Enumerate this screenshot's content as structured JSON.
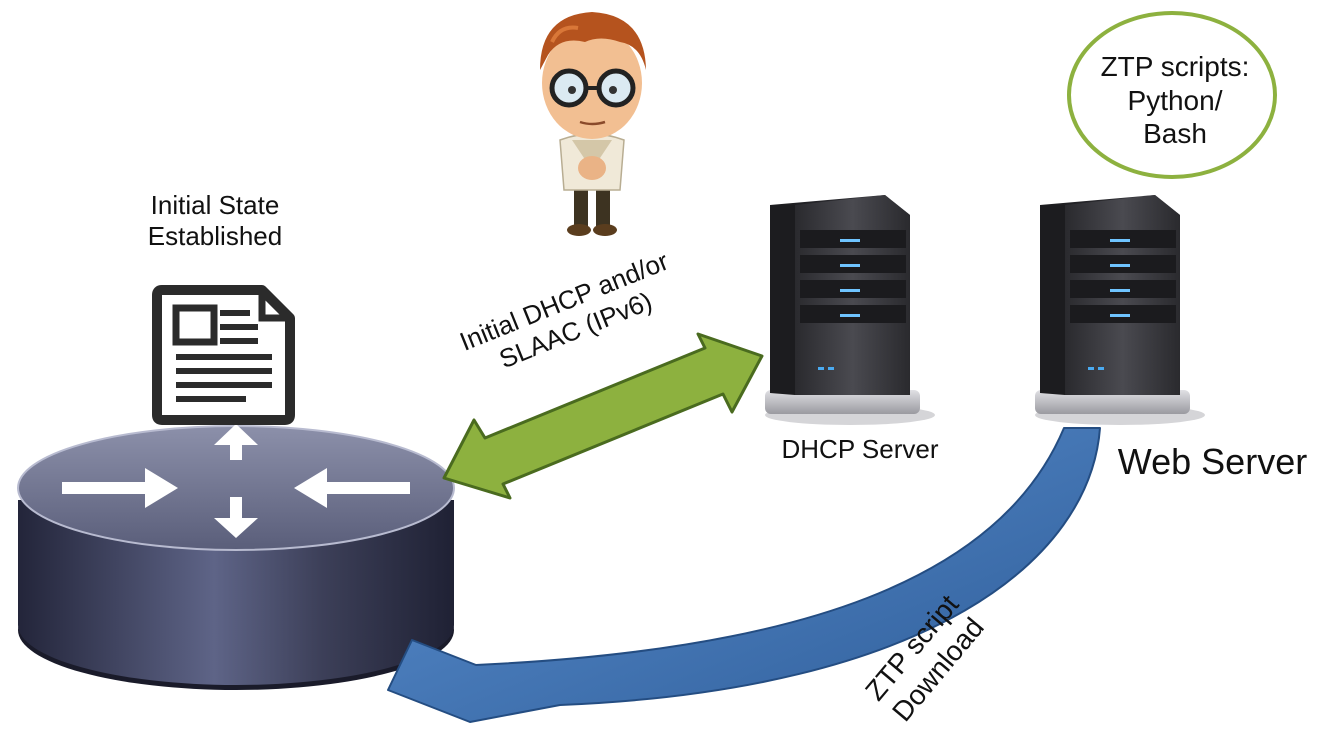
{
  "labels": {
    "initial_state": [
      "Initial State",
      "Established"
    ],
    "dhcp_server": "DHCP Server",
    "web_server": "Web Server",
    "ztp_scripts": [
      "ZTP scripts:",
      "Python/",
      "Bash"
    ],
    "dhcp_arrow": [
      "Initial DHCP and/or",
      "SLAAC (IPv6)"
    ],
    "download": [
      "ZTP script",
      "Download"
    ]
  },
  "colors": {
    "dhcp_arrow": "#8db13f",
    "download_arrow": "#3a6ea8",
    "ztp_bubble_border": "#8db13f",
    "router_body": "#3e4058"
  },
  "icons": {
    "document": "document-icon",
    "router": "router-icon",
    "person": "person-icon",
    "server": "server-icon"
  }
}
